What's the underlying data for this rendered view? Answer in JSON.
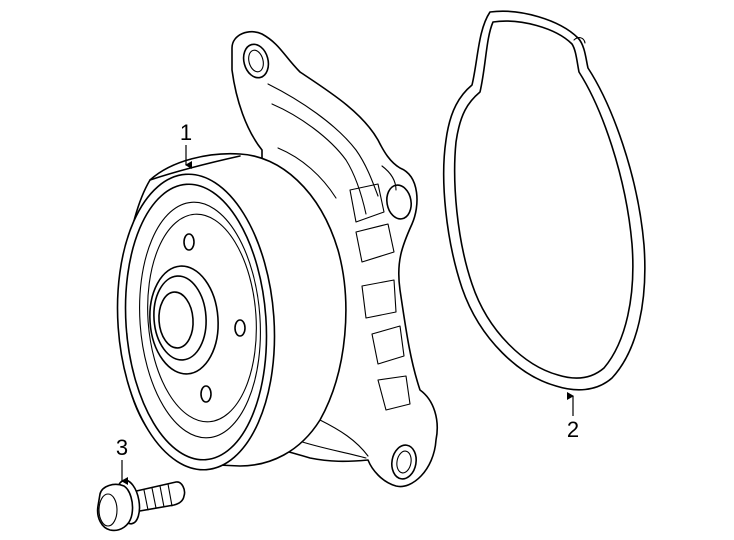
{
  "callouts": [
    {
      "id": "1",
      "label": "1"
    },
    {
      "id": "2",
      "label": "2"
    },
    {
      "id": "3",
      "label": "3"
    }
  ],
  "parts": {
    "water_pump": {
      "callout": "1"
    },
    "gasket": {
      "callout": "2"
    },
    "bolt": {
      "callout": "3"
    }
  }
}
